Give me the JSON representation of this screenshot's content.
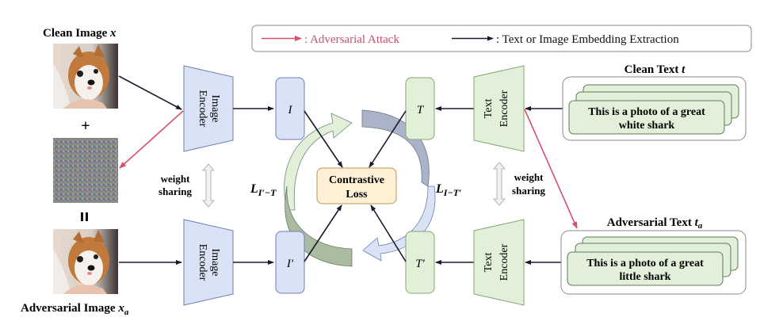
{
  "legend": {
    "attack_label": ": Adversarial Attack",
    "extract_label": ": Text or Image Embedding Extraction",
    "attack_color": "#d9506e",
    "extract_color": "#1a1a2e"
  },
  "images": {
    "clean_title": "Clean Image ",
    "clean_var": "x",
    "plus": "+",
    "equals": "=",
    "adv_title": "Adversarial Image ",
    "adv_var": "x",
    "adv_sub": "a"
  },
  "image_encoder": {
    "line1": "Image",
    "line2": "Encoder",
    "fill": "#dae3f5"
  },
  "text_encoder": {
    "line1": "Text",
    "line2": "Encoder",
    "fill": "#e2efd9"
  },
  "embeddings": {
    "I": "I",
    "I_prime": "I′",
    "T": "T",
    "T_prime": "T′"
  },
  "weight_sharing": {
    "line1": "weight",
    "line2": "sharing"
  },
  "loss": {
    "line1": "Contrastive",
    "line2": "Loss",
    "fill": "#fdf0d5",
    "left_label_main": "L",
    "left_label_sub": "I′−T",
    "right_label_main": "L",
    "right_label_sub": "I−T′"
  },
  "texts": {
    "clean_title": "Clean Text ",
    "clean_var": "t",
    "clean_line1": "This is a photo of a great",
    "clean_line2": "white shark",
    "adv_title": "Adversarial Text ",
    "adv_var": "t",
    "adv_sub": "a",
    "adv_line1": "This is a photo of a great",
    "adv_line2": "little shark"
  }
}
